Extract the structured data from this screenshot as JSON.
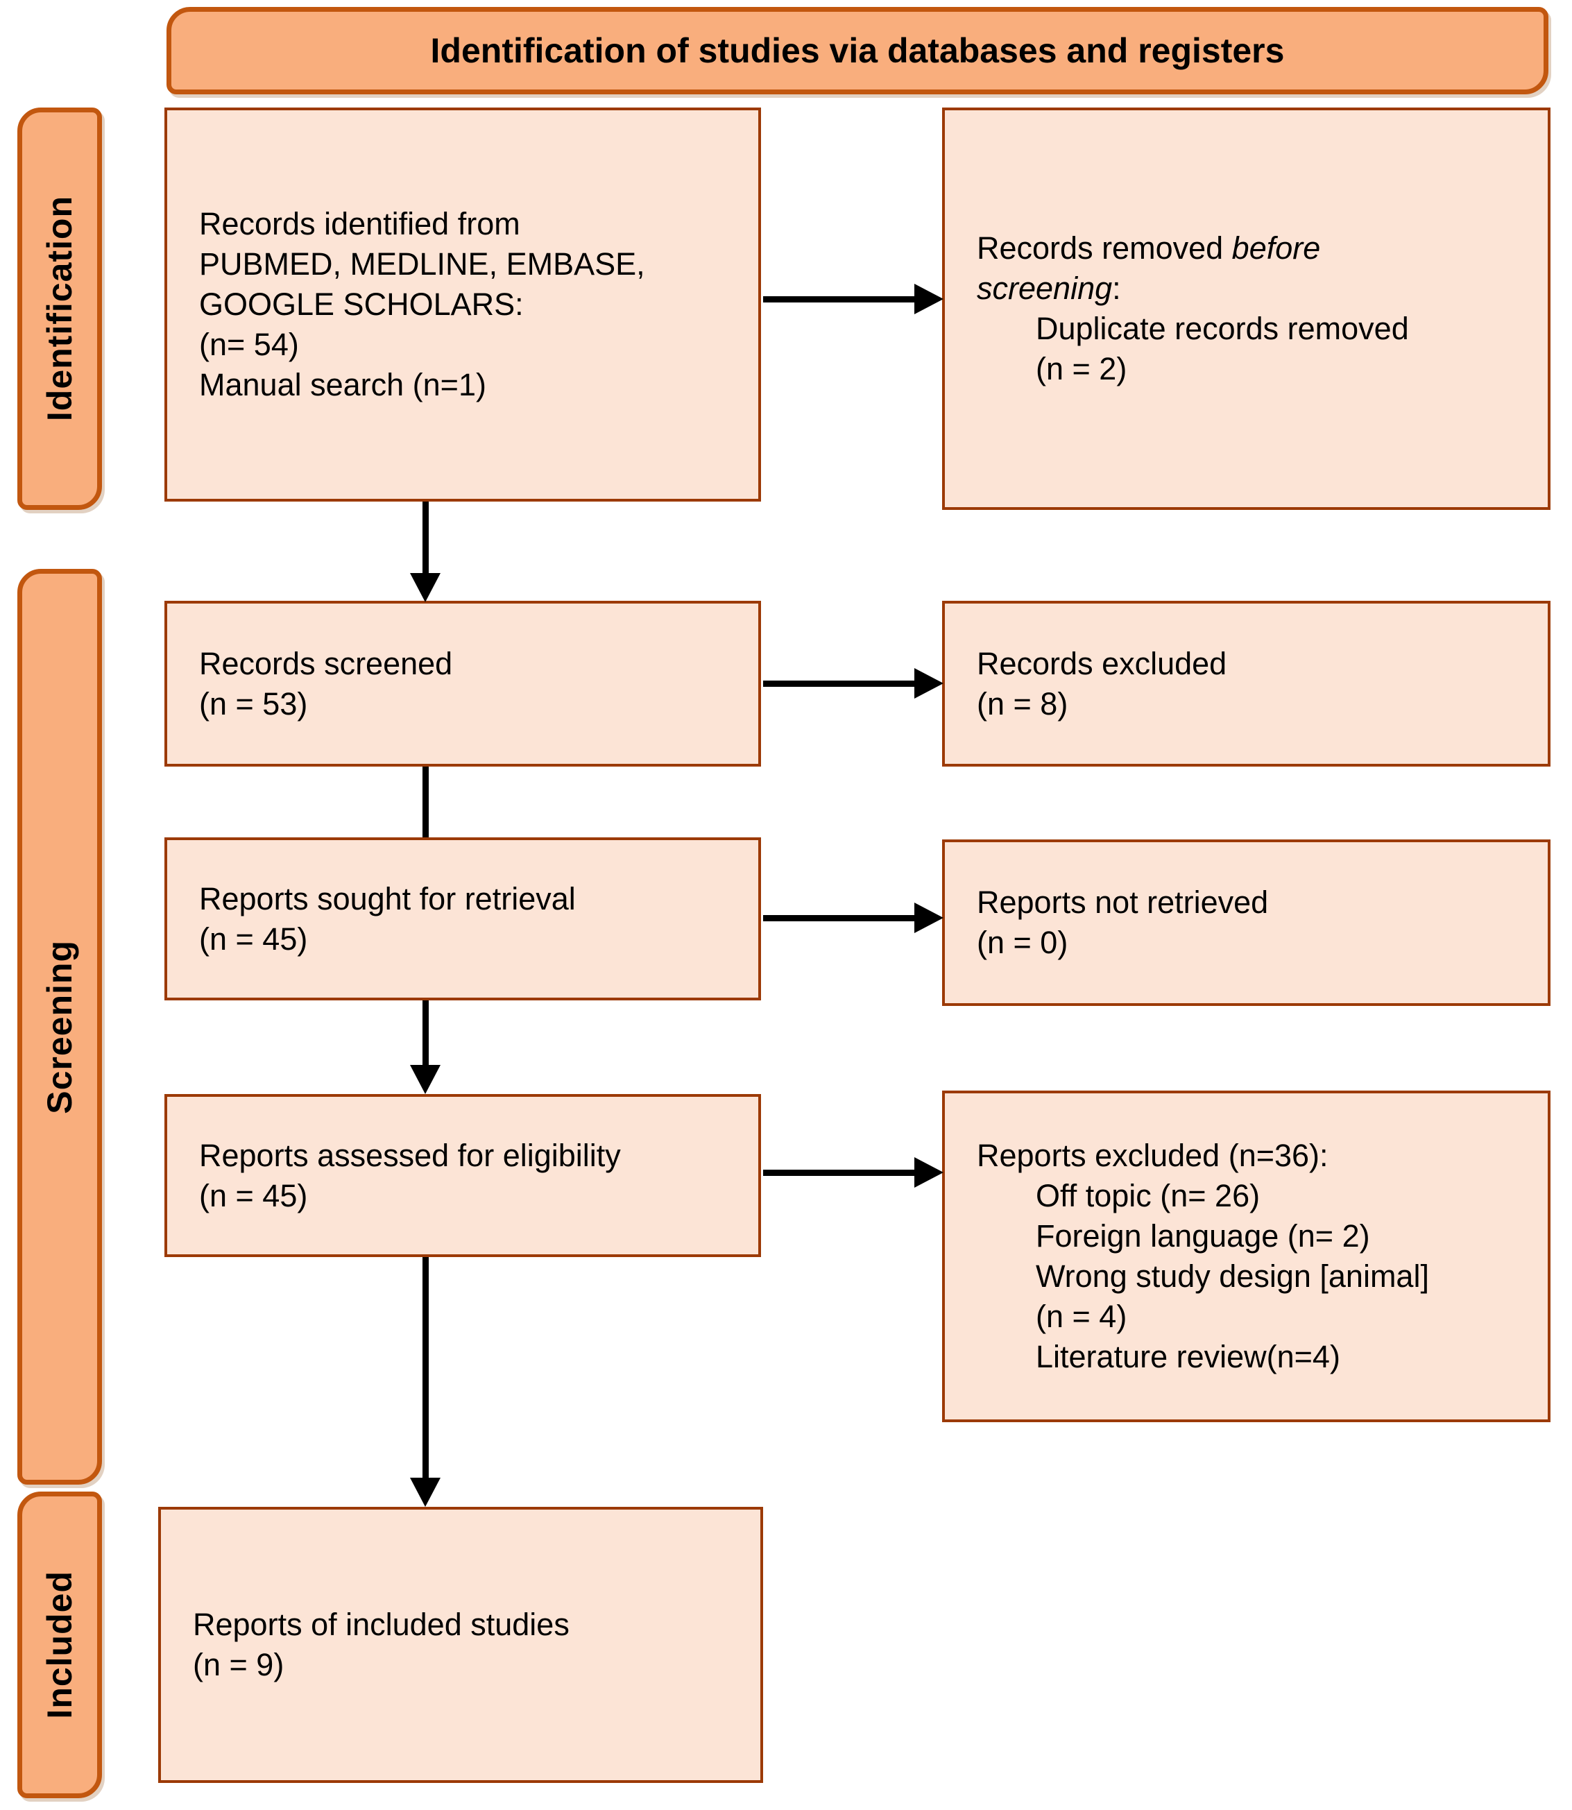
{
  "title": "Identification of studies via databases and registers",
  "stages": {
    "identification": "Identification",
    "screening": "Screening",
    "included": "Included"
  },
  "colors": {
    "banner_fill": "#F9AE7D",
    "banner_border": "#C2570F",
    "box_fill": "#FCE4D6",
    "box_border": "#9C3A06",
    "arrow": "#000000",
    "text": "#000000"
  },
  "boxes": {
    "records_identified": {
      "lines": [
        "Records identified from",
        "PUBMED, MEDLINE, EMBASE,",
        "GOOGLE SCHOLARS:",
        "(n= 54)",
        "Manual search (n=1)"
      ]
    },
    "records_removed": {
      "line1_prefix": "Records removed",
      "line1_italic": "before",
      "line2_italic": "screening",
      "line2_suffix": ":",
      "sub1": "Duplicate records removed",
      "sub2": "(n = 2)"
    },
    "records_screened": {
      "lines": [
        "Records screened",
        "(n = 53)"
      ]
    },
    "records_excluded": {
      "lines": [
        "Records excluded",
        "(n = 8)"
      ]
    },
    "reports_sought": {
      "lines": [
        "Reports sought for retrieval",
        "(n = 45)"
      ]
    },
    "reports_not_retrieved": {
      "lines": [
        "Reports not retrieved",
        "(n = 0)"
      ]
    },
    "reports_assessed": {
      "lines": [
        "Reports assessed for eligibility",
        "(n = 45)"
      ]
    },
    "reports_excluded": {
      "lines": [
        {
          "text": "Reports excluded (n=36):"
        },
        {
          "text": "Off topic (n= 26)",
          "indent": true
        },
        {
          "text": "Foreign language (n= 2)",
          "indent": true
        },
        {
          "text": "Wrong study design [animal]",
          "indent": true
        },
        {
          "text": "(n = 4)",
          "indent": true
        },
        {
          "text": "Literature review(n=4)",
          "indent": true
        }
      ]
    },
    "reports_included": {
      "lines": [
        "Reports of included studies",
        "(n = 9)"
      ]
    }
  }
}
